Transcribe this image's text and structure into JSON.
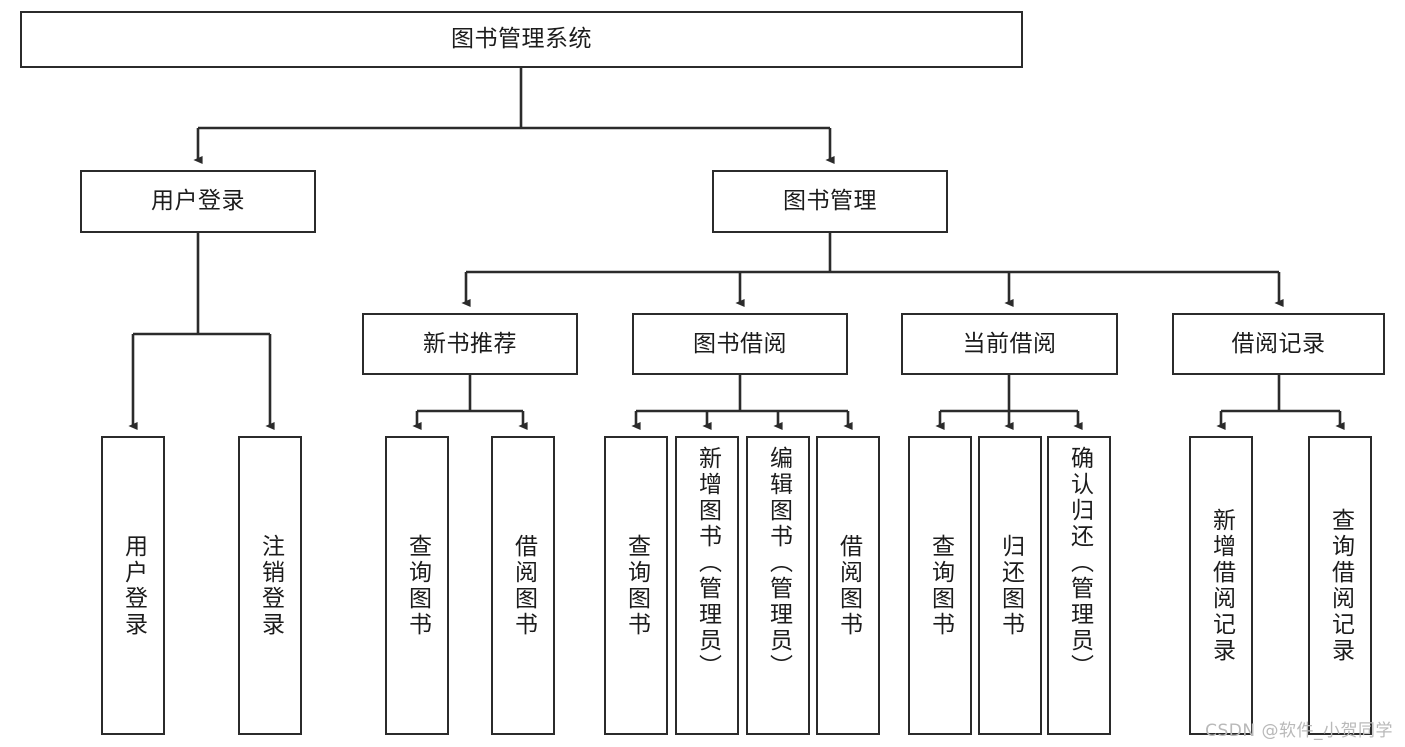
{
  "diagram": {
    "type": "hierarchy-tree",
    "title": "图书管理系统",
    "watermark": "CSDN @软件_小贺同学",
    "colors": {
      "box_border": "#2b2b2b",
      "box_fill": "#ffffff",
      "edge": "#2b2b2b",
      "background": "#ffffff",
      "watermark": "#b9b9b9"
    }
  },
  "nodes": {
    "root": {
      "label": "图书管理系统"
    },
    "level2": [
      {
        "label": "用户登录"
      },
      {
        "label": "图书管理"
      }
    ],
    "level3": [
      {
        "label": "新书推荐"
      },
      {
        "label": "图书借阅"
      },
      {
        "label": "当前借阅"
      },
      {
        "label": "借阅记录"
      }
    ],
    "leaves": {
      "user_login": [
        {
          "label": "用户登录"
        },
        {
          "label": "注销登录"
        }
      ],
      "new_book": [
        {
          "label": "查询图书"
        },
        {
          "label": "借阅图书"
        }
      ],
      "book_borrow": [
        {
          "label": "查询图书"
        },
        {
          "label": "新增图书（管理员）"
        },
        {
          "label": "编辑图书（管理员）"
        },
        {
          "label": "借阅图书"
        }
      ],
      "current_borrow": [
        {
          "label": "查询图书"
        },
        {
          "label": "归还图书"
        },
        {
          "label": "确认归还（管理员）"
        }
      ],
      "borrow_record": [
        {
          "label": "新增借阅记录"
        },
        {
          "label": "查询借阅记录"
        }
      ]
    }
  }
}
